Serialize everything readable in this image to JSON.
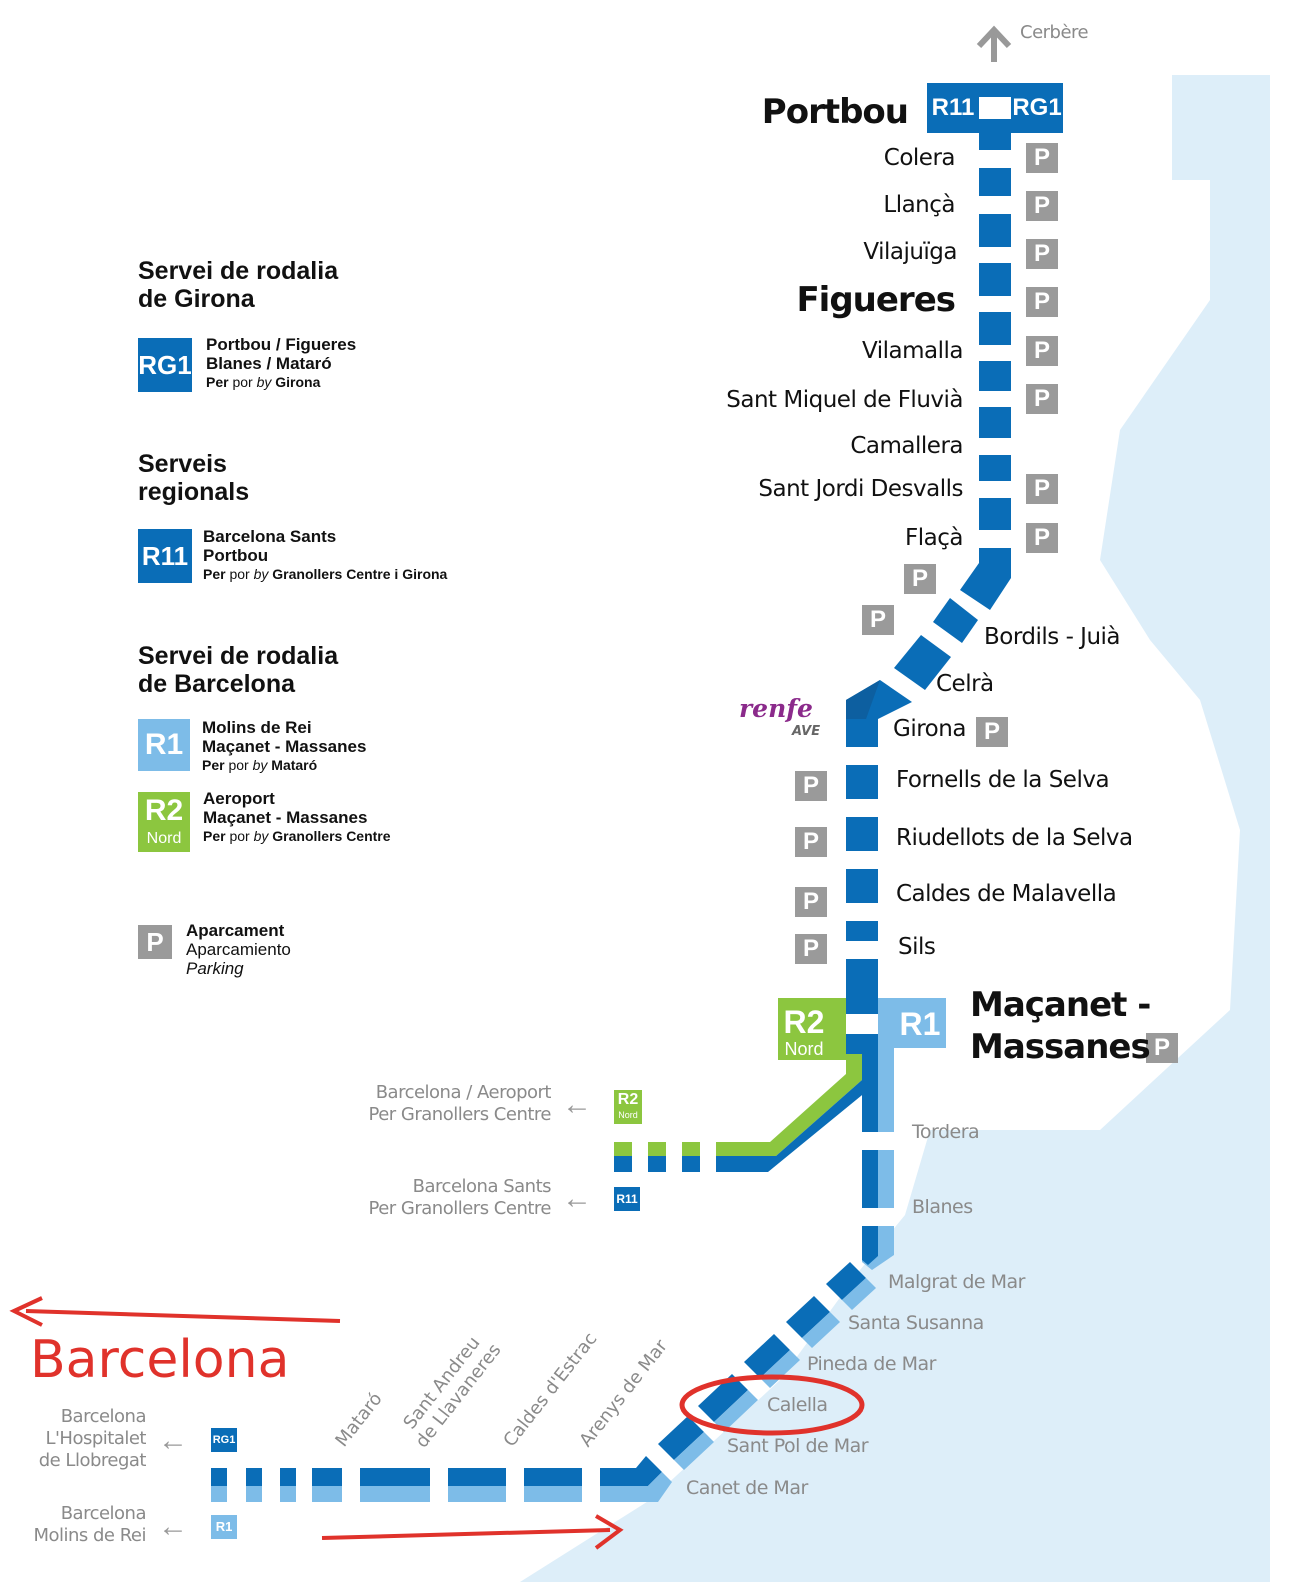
{
  "colors": {
    "sea": "#ddeef9",
    "r11_dark_blue": "#0a6db7",
    "r1_light_blue": "#7dbce8",
    "r2_green": "#8cc63f",
    "rg1_blue": "#0a6db7",
    "parking_grey": "#9a9a9a",
    "annotation_red": "#e0322b",
    "renfe_purple": "#8b2a8b"
  },
  "legend": {
    "girona": {
      "title": "Servei de rodalia\nde Girona",
      "badge": "RG1",
      "line1": "Portbou / Figueres",
      "line2": "Blanes / Mataró",
      "via_prefix": "Per",
      "via_es": "por",
      "via_en": "by",
      "via_place": "Girona"
    },
    "regional": {
      "title": "Serveis\nregionals",
      "badge": "R11",
      "line1": "Barcelona Sants",
      "line2": "Portbou",
      "via_prefix": "Per",
      "via_es": "por",
      "via_en": "by",
      "via_place": "Granollers Centre i Girona"
    },
    "barcelona": {
      "title": "Servei de rodalia\nde Barcelona",
      "r1": {
        "badge": "R1",
        "line1": "Molins de Rei",
        "line2": "Maçanet - Massanes",
        "via_prefix": "Per",
        "via_es": "por",
        "via_en": "by",
        "via_place": "Mataró"
      },
      "r2": {
        "badge": "R2",
        "badge_sub": "Nord",
        "line1": "Aeroport",
        "line2": "Maçanet - Massanes",
        "via_prefix": "Per",
        "via_es": "por",
        "via_en": "by",
        "via_place": "Granollers Centre"
      }
    },
    "parking": {
      "badge": "P",
      "ca": "Aparcament",
      "es": "Aparcamiento",
      "en": "Parking"
    }
  },
  "top": {
    "destination": "Cerbère",
    "portbou_badges": [
      "R11",
      "RG1"
    ]
  },
  "stations_north": [
    {
      "name": "Portbou",
      "big": true
    },
    {
      "name": "Colera"
    },
    {
      "name": "Llançà"
    },
    {
      "name": "Vilajuïga"
    },
    {
      "name": "Figueres",
      "big": true
    },
    {
      "name": "Vilamalla"
    },
    {
      "name": "Sant Miquel de Fluvià"
    },
    {
      "name": "Camallera"
    },
    {
      "name": "Sant Jordi Desvalls"
    },
    {
      "name": "Flaçà"
    },
    {
      "name": "Bordils - Juià"
    },
    {
      "name": "Celrà"
    },
    {
      "name": "Girona"
    },
    {
      "name": "Fornells de la Selva"
    },
    {
      "name": "Riudellots de la Selva"
    },
    {
      "name": "Caldes de Malavella"
    },
    {
      "name": "Sils"
    }
  ],
  "junction": {
    "name_line1": "Maçanet -",
    "name_line2": "Massanes",
    "badge_r2": "R2",
    "badge_r2_sub": "Nord",
    "badge_r1": "R1"
  },
  "renfe_logo": {
    "text": "renfe",
    "sub": "AVE"
  },
  "branches": {
    "aeroport": {
      "text": "Barcelona / Aeroport\nPer Granollers Centre",
      "badge": "R2",
      "badge_sub": "Nord"
    },
    "sants": {
      "text": "Barcelona Sants\nPer Granollers Centre",
      "badge": "R11"
    },
    "hospitalet": {
      "text": "Barcelona\nL'Hospitalet\nde Llobregat",
      "badge": "RG1"
    },
    "molins": {
      "text": "Barcelona\nMolins de Rei",
      "badge": "R1"
    }
  },
  "stations_coast": [
    {
      "name": "Tordera"
    },
    {
      "name": "Blanes"
    },
    {
      "name": "Malgrat de Mar"
    },
    {
      "name": "Santa Susanna"
    },
    {
      "name": "Pineda de Mar"
    },
    {
      "name": "Calella"
    },
    {
      "name": "Sant Pol de Mar"
    },
    {
      "name": "Canet de Mar"
    },
    {
      "name": "Arenys de Mar"
    },
    {
      "name": "Caldes d'Estrac"
    },
    {
      "name": "Sant Andreu\nde Llavaneres"
    },
    {
      "name": "Mataró"
    }
  ],
  "annotation": {
    "label": "Barcelona",
    "highlight": "Calella"
  }
}
